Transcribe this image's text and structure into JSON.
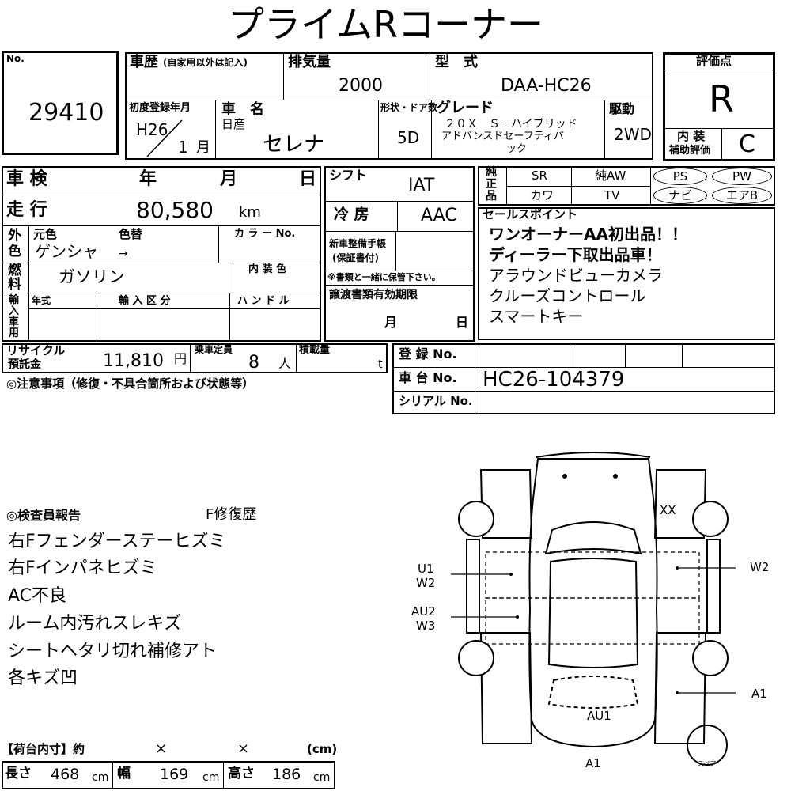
{
  "title": "プライムRコーナー",
  "lot": {
    "label": "No.",
    "number": "29410"
  },
  "history": {
    "label": "車歴",
    "sublabel": "(自家用以外は記入)"
  },
  "displacement": {
    "label": "排気量",
    "value": "2000"
  },
  "model": {
    "label": "型　式",
    "value": "DAA-HC26"
  },
  "grade_box": {
    "label": "評価点",
    "value": "R",
    "interior_label_1": "内 装",
    "interior_label_2": "補助評価",
    "interior_value": "C"
  },
  "first_reg": {
    "label": "初度登録年月",
    "era_year": "H26",
    "month": "1",
    "month_unit": "月"
  },
  "car_name": {
    "label": "車　名",
    "maker": "日産",
    "name": "セレナ"
  },
  "doors": {
    "label": "形状・ドア数",
    "value": "5D"
  },
  "grade": {
    "label": "グレード",
    "line1": "２０Ｘ　Ｓ－ハイブリッド",
    "line2": "アドバンスドセーフティパ",
    "line3": "ック"
  },
  "drive": {
    "label": "駆動",
    "value": "2WD"
  },
  "inspection": {
    "label": "車 検",
    "year": "年",
    "month": "月",
    "day": "日"
  },
  "mileage": {
    "label": "走 行",
    "value": "80,580",
    "unit": "km"
  },
  "color": {
    "label_1": "外",
    "label_2": "色",
    "orig_label": "元色",
    "change_label": "色替",
    "value": "ゲンシャ",
    "arrow": "→",
    "color_no_label": "カ ラ ー No."
  },
  "fuel": {
    "label_1": "燃",
    "label_2": "料",
    "value": "ガソリン",
    "interior_color_label": "内 装 色"
  },
  "import": {
    "label_1": "輸",
    "label_2": "入",
    "label_3": "車",
    "label_4": "用",
    "year_label": "年式",
    "category_label": "輸 入 区 分",
    "handle_label": "ハ ン ド ル"
  },
  "shift": {
    "label": "シフト",
    "value": "IAT"
  },
  "ac": {
    "label": "冷 房",
    "value": "AAC"
  },
  "service_book": {
    "label_1": "新車整備手帳",
    "label_2": "(保証書付)",
    "note": "※書類と一緒に保管下さい。"
  },
  "transfer": {
    "label": "譲渡書類有効期限",
    "month": "月",
    "day": "日"
  },
  "equipment": {
    "label_1": "純",
    "label_2": "正",
    "label_3": "品",
    "sr": "SR",
    "aw": "純AW",
    "ps": "PS",
    "pw": "PW",
    "leather": "カワ",
    "tv": "TV",
    "navi": "ナビ",
    "aircon": "エアB"
  },
  "sales_points": {
    "label": "セールスポイント",
    "items": [
      "ワンオーナーAA初出品！！",
      "ディーラー下取出品車！",
      "アラウンドビューカメラ",
      "クルーズコントロール",
      "スマートキー"
    ]
  },
  "recycle": {
    "label_1": "リサイクル",
    "label_2": "預託金",
    "value": "11,810",
    "unit": "円"
  },
  "capacity": {
    "label": "乗車定員",
    "value": "8",
    "unit": "人"
  },
  "load": {
    "label": "積載量",
    "unit": "t"
  },
  "registration": {
    "label": "登 録 No.",
    "chassis_label": "車 台 No.",
    "chassis_value": "HC26-104379",
    "serial_label": "シリアル No."
  },
  "caution": {
    "label": "◎注意事項（修復・不具合箇所および状態等）"
  },
  "inspector": {
    "label": "◎検査員報告",
    "repair_label": "F修復歴",
    "items": [
      "右Fフェンダーステーヒズミ",
      "右Fインパネヒズミ",
      "AC不良",
      "ルーム内汚れスレキズ",
      "シートヘタリ切れ補修アト",
      "各キズ凹"
    ]
  },
  "cargo": {
    "label": "【荷台内寸】約",
    "x1": "×",
    "x2": "×",
    "unit_paren": "(cm)",
    "length_label": "長さ",
    "length": "468",
    "width_label": "幅",
    "width": "169",
    "height_label": "高さ",
    "height": "186",
    "unit": "cm"
  },
  "diagram": {
    "u1": "U1",
    "w2_left": "W2",
    "au2": "AU2",
    "w3": "W3",
    "xx": "XX",
    "w2_right": "W2",
    "a1_right": "A1",
    "au1": "AU1",
    "a1_bottom": "A1",
    "spare": "スペア"
  }
}
